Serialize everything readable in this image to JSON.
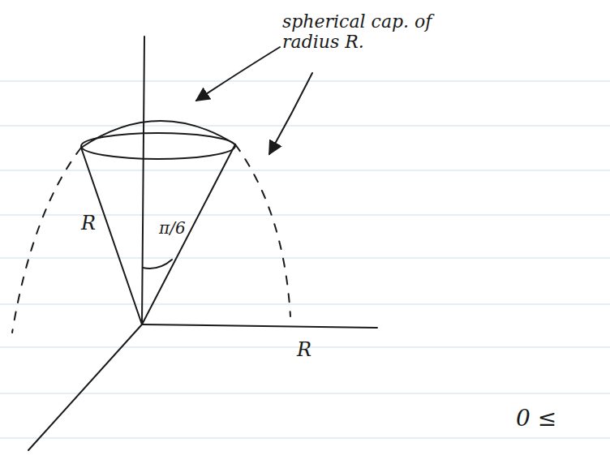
{
  "diagram": {
    "labels": [
      "spherical cap. of radius R.",
      "R",
      "π/6",
      "R",
      "0 ≤"
    ]
  }
}
